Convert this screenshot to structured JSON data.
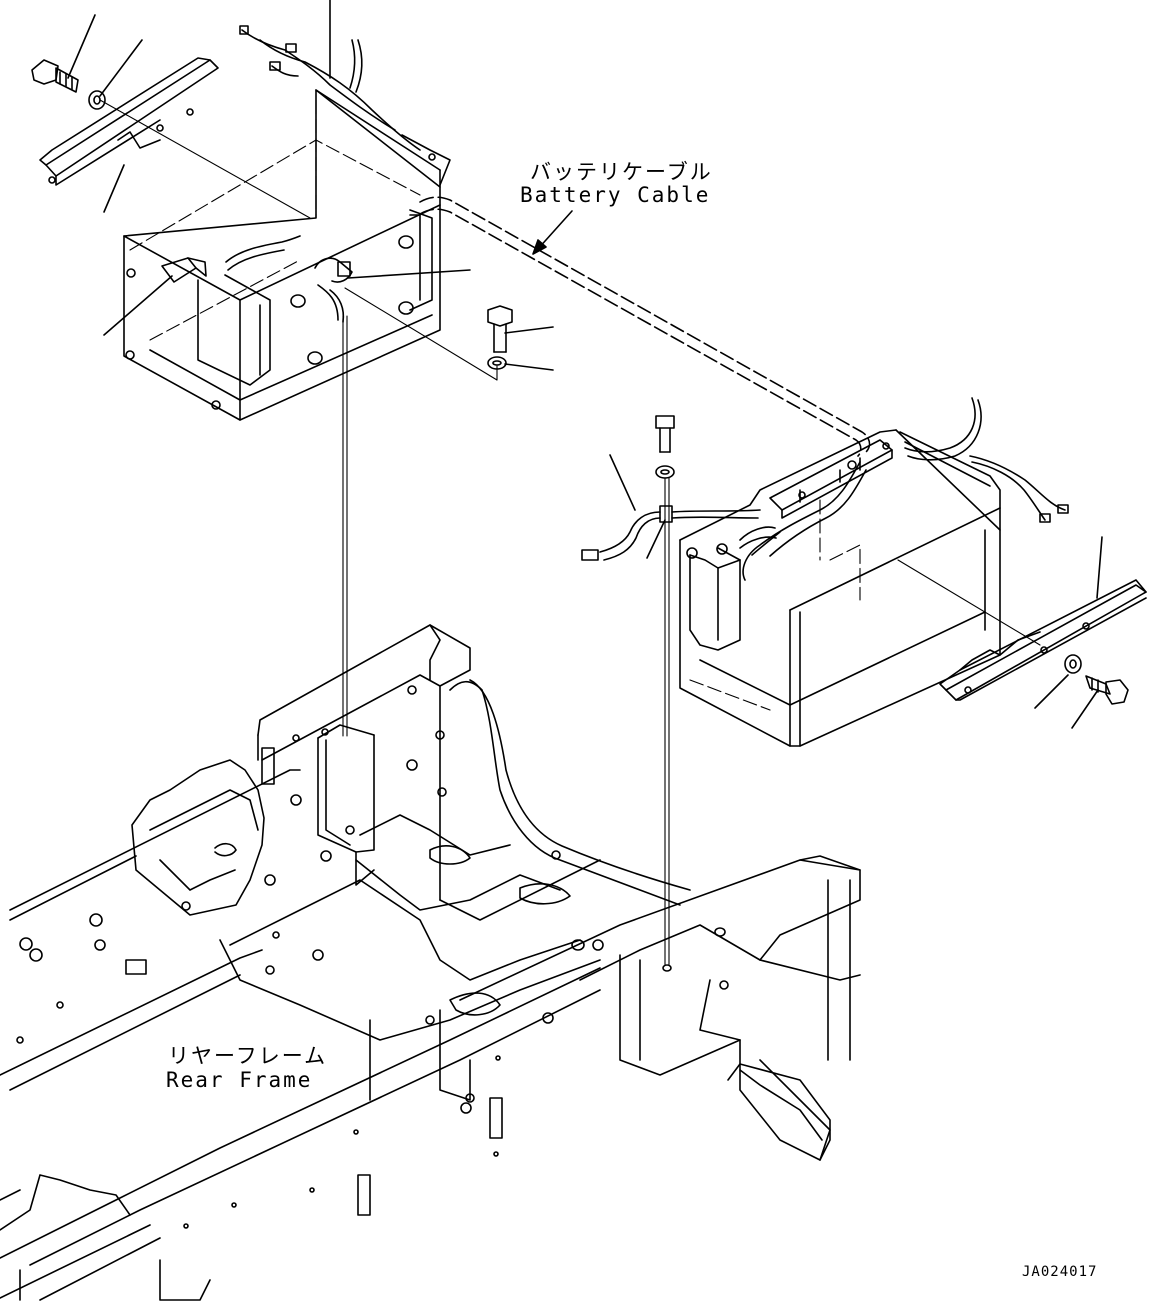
{
  "labels": {
    "battery_cable_jp": "バッテリケーブル",
    "battery_cable_en": "Battery Cable",
    "rear_frame_jp": "リヤーフレーム",
    "rear_frame_en": "Rear Frame",
    "drawing_code": "JA024017"
  }
}
